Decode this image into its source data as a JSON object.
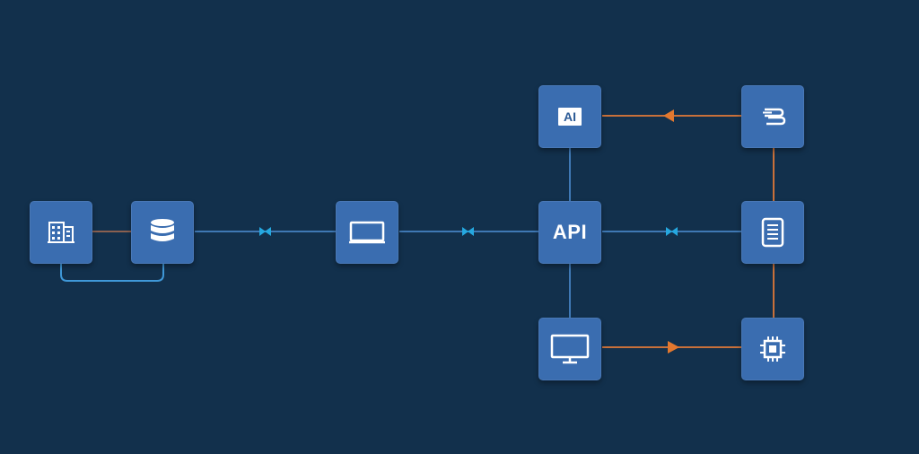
{
  "nodes": {
    "source": {
      "icon": "building-icon"
    },
    "database": {
      "icon": "database-icon"
    },
    "gateway": {
      "icon": "screen-icon"
    },
    "api": {
      "label": "API",
      "icon": "api-text"
    },
    "ai": {
      "label": "AI",
      "icon": "ai-icon"
    },
    "storage": {
      "icon": "disks-icon"
    },
    "server": {
      "icon": "server-icon"
    },
    "monitor": {
      "icon": "monitor-icon"
    },
    "processor": {
      "icon": "chip-icon"
    }
  },
  "colors": {
    "background": "#12304c",
    "node": "#3a6db0",
    "blue_link": "#3f78b4",
    "cyan_marker": "#25a8e0",
    "orange_link": "#c8703a",
    "orange_arrow": "#e2782f",
    "brown_link": "#8a6050",
    "loop_link": "#3f98d8"
  }
}
